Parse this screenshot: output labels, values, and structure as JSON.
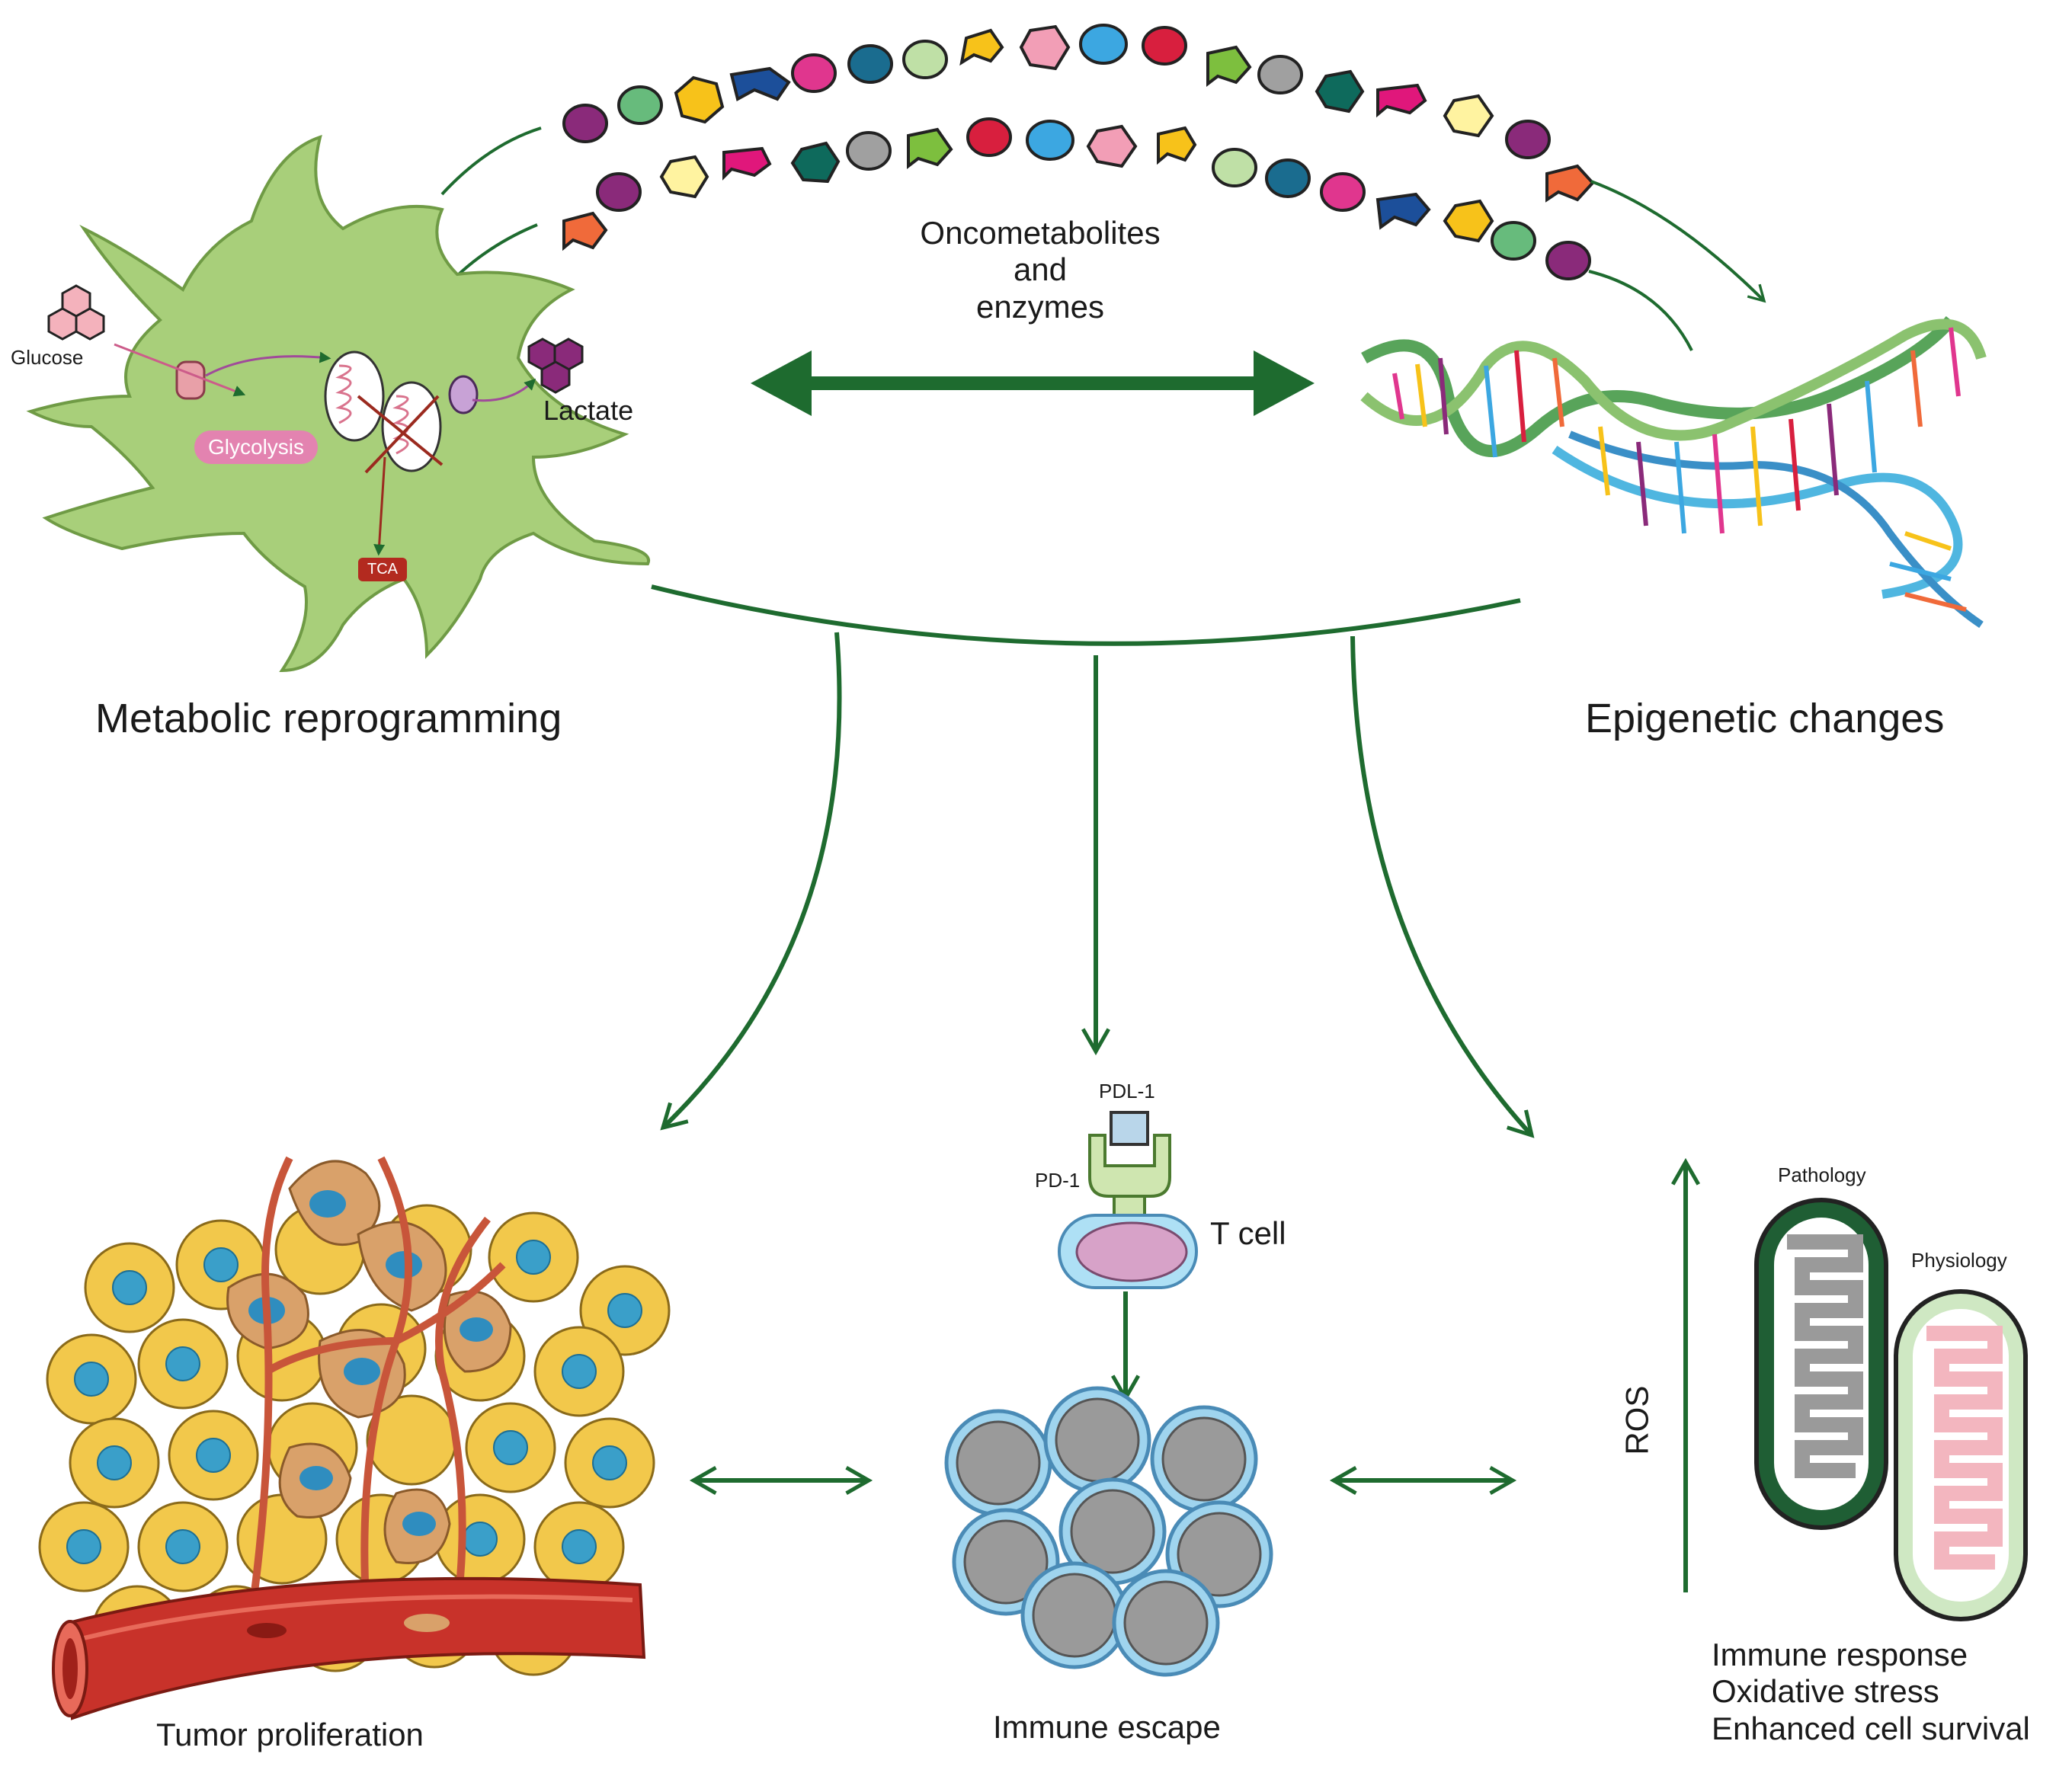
{
  "labels": {
    "glucose": "Glucose",
    "glycolysis": "Glycolysis",
    "lactate": "Lactate",
    "tca": "TCA",
    "oncometabolites_line1": "Oncometabolites",
    "oncometabolites_line2": "and",
    "oncometabolites_line3": "enzymes",
    "metabolic_reprogramming": "Metabolic reprogramming",
    "epigenetic_changes": "Epigenetic changes",
    "pdl1": "PDL-1",
    "pd1": "PD-1",
    "t_cell": "T cell",
    "pathology": "Pathology",
    "physiology": "Physiology",
    "ros": "ROS",
    "tumor_proliferation": "Tumor proliferation",
    "immune_escape": "Immune escape",
    "outcomes": [
      "Immune response",
      "Oxidative stress",
      "Enhanced cell survival"
    ]
  },
  "colors": {
    "arrow_green": "#1e6b2f",
    "cell_green": "#a8cf7a",
    "glycolysis_pink": "#e383b0",
    "tca_red": "#b32a1f",
    "tumor_yellow": "#f2c84b",
    "nucleus_blue": "#3a9fc9",
    "vessel_red": "#c8322a",
    "immune_grey": "#9a9a9a",
    "mito_dark_green": "#1f5e34",
    "mito_light_pink": "#f3b6bf"
  }
}
